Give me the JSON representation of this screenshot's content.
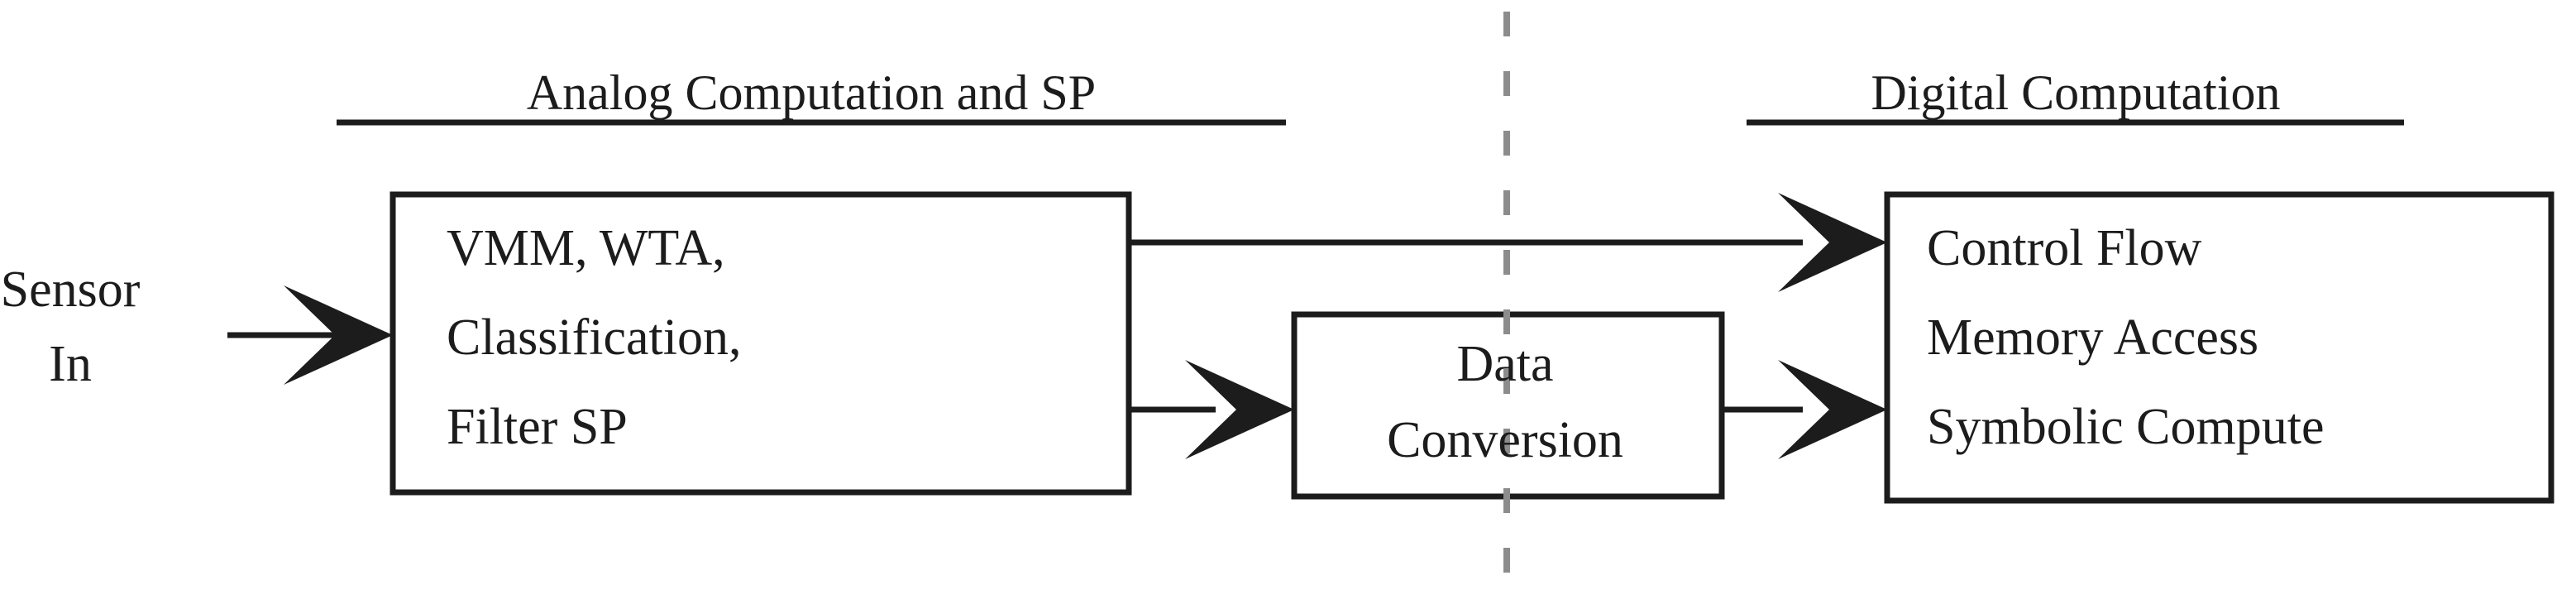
{
  "diagram": {
    "title": "Analog and Digital Computation Signal Path",
    "colors": {
      "ink": "#1c1c1c",
      "divider": "#8c8c8c",
      "background": "#ffffff"
    },
    "sections": {
      "analog": {
        "heading": "Analog Computation and SP"
      },
      "digital": {
        "heading": "Digital Computation"
      }
    },
    "input": {
      "label_line1": "Sensor",
      "label_line2": "In",
      "arrow_name": "sensor-input-arrow"
    },
    "blocks": {
      "analog_block": {
        "line1": "VMM, WTA,",
        "line2": "Classification,",
        "line3": "Filter SP"
      },
      "data_conversion_block": {
        "line1": "Data",
        "line2": "Conversion"
      },
      "digital_block": {
        "line1": "Control Flow",
        "line2": "Memory Access",
        "line3": "Symbolic Compute"
      }
    },
    "connections": [
      {
        "name": "analog-to-digital-direct",
        "from": "analog_block",
        "to": "digital_block"
      },
      {
        "name": "analog-to-data-conversion",
        "from": "analog_block",
        "to": "data_conversion_block"
      },
      {
        "name": "data-conversion-to-digital",
        "from": "data_conversion_block",
        "to": "digital_block"
      },
      {
        "name": "sensor-to-analog",
        "from": "input",
        "to": "analog_block"
      }
    ],
    "divider": {
      "name": "analog-digital-boundary",
      "style": "dashed",
      "orientation": "vertical"
    }
  }
}
